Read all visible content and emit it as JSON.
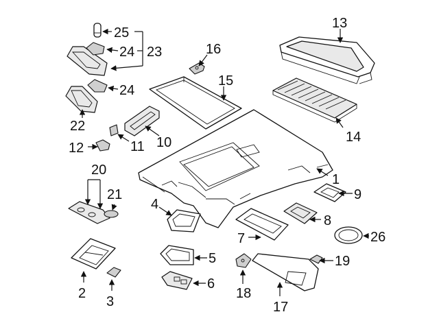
{
  "diagram": {
    "callouts": [
      "1",
      "2",
      "3",
      "4",
      "5",
      "6",
      "7",
      "8",
      "9",
      "10",
      "11",
      "12",
      "13",
      "14",
      "15",
      "16",
      "17",
      "18",
      "19",
      "20",
      "21",
      "22",
      "23",
      "24",
      "24",
      "25",
      "26"
    ]
  }
}
